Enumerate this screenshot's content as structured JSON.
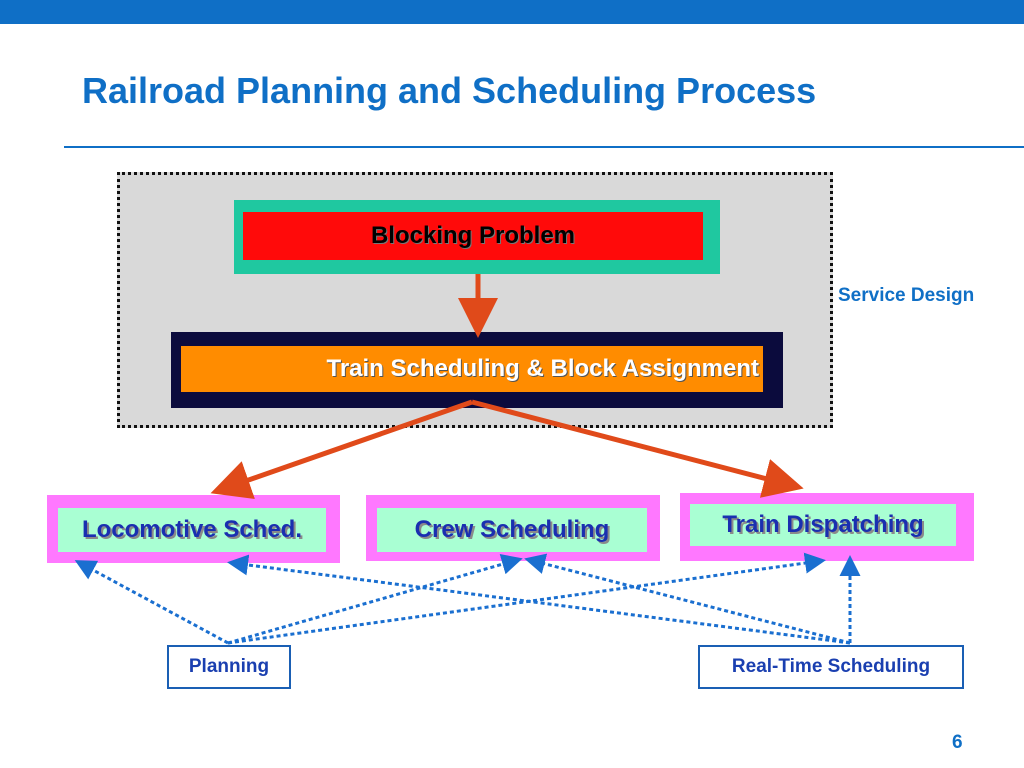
{
  "slide": {
    "title": "Railroad Planning and Scheduling Process",
    "page_number": "6"
  },
  "service_design": {
    "label": "Service Design"
  },
  "boxes": {
    "blocking_problem": "Blocking Problem",
    "train_scheduling": "Train Scheduling & Block Assignment",
    "locomotive": "Locomotive Sched.",
    "crew": "Crew Scheduling",
    "dispatching": "Train Dispatching"
  },
  "roles": {
    "planning": "Planning",
    "real_time": "Real-Time Scheduling"
  },
  "colors": {
    "title_blue": "#0f6fc6",
    "arrow_orange": "#e04a1a",
    "dotted_blue": "#1a6fd0",
    "blocking_red": "#ff0a0a",
    "train_orange": "#ff8c00",
    "teal_frame": "#1fc8a0",
    "navy_frame": "#0b0b3d",
    "magenta_frame": "#ff78ff",
    "mint_fill": "#a9ffd3"
  }
}
